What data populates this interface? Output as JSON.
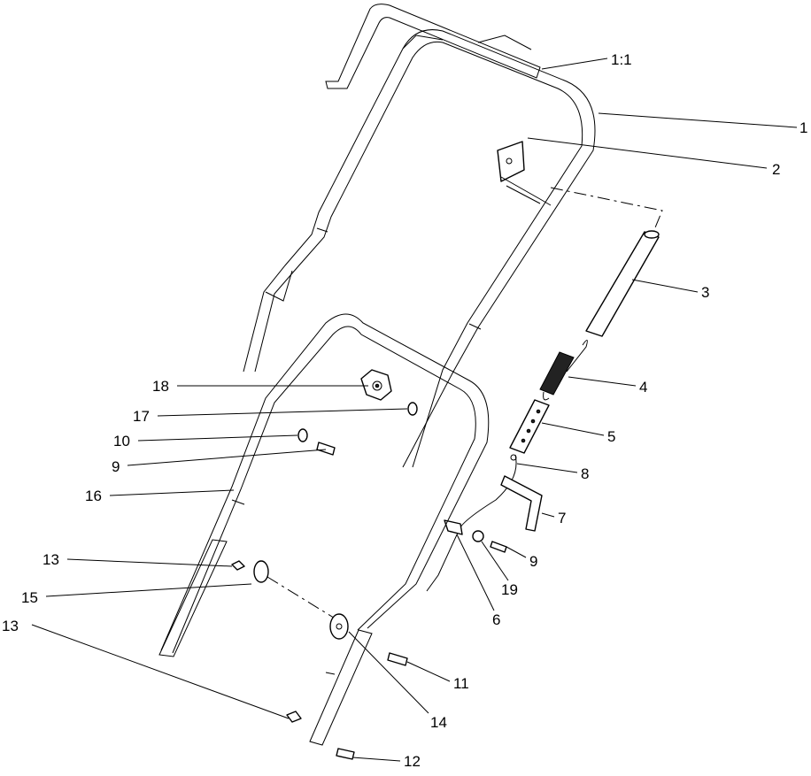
{
  "diagram": {
    "callouts": [
      {
        "id": "c-1-1",
        "label": "1:1"
      },
      {
        "id": "c-1",
        "label": "1"
      },
      {
        "id": "c-2",
        "label": "2"
      },
      {
        "id": "c-3",
        "label": "3"
      },
      {
        "id": "c-4",
        "label": "4"
      },
      {
        "id": "c-5",
        "label": "5"
      },
      {
        "id": "c-18",
        "label": "18"
      },
      {
        "id": "c-17",
        "label": "17"
      },
      {
        "id": "c-10",
        "label": "10"
      },
      {
        "id": "c-9a",
        "label": "9"
      },
      {
        "id": "c-8",
        "label": "8"
      },
      {
        "id": "c-16",
        "label": "16"
      },
      {
        "id": "c-7",
        "label": "7"
      },
      {
        "id": "c-9b",
        "label": "9"
      },
      {
        "id": "c-13a",
        "label": "13"
      },
      {
        "id": "c-19",
        "label": "19"
      },
      {
        "id": "c-15",
        "label": "15"
      },
      {
        "id": "c-6",
        "label": "6"
      },
      {
        "id": "c-13b",
        "label": "13"
      },
      {
        "id": "c-11",
        "label": "11"
      },
      {
        "id": "c-14",
        "label": "14"
      },
      {
        "id": "c-12",
        "label": "12"
      }
    ]
  }
}
